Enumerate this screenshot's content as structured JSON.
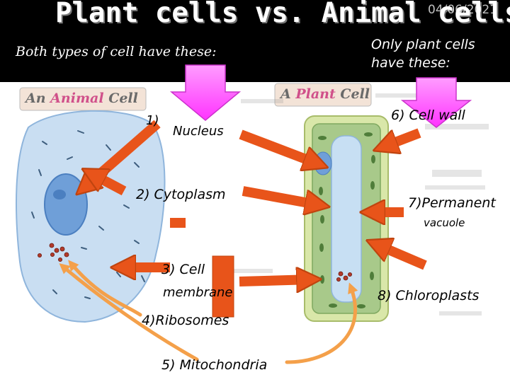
{
  "title": "Plant cells vs. Animal cells",
  "date": "04/06/2021",
  "subtitle_left": "Both types of cell have these:",
  "subtitle_right": [
    "Only plant cells",
    "have these:"
  ],
  "panels": {
    "animal": {
      "prefix": "An ",
      "highlight": "Animal",
      "suffix": " Cell"
    },
    "plant": {
      "prefix": "A ",
      "highlight": "Plant",
      "suffix": " Cell"
    }
  },
  "shared_labels": {
    "nucleus_num": "1)",
    "nucleus": "Nucleus",
    "cytoplasm": "2) Cytoplasm",
    "membrane_1": "3) Cell",
    "membrane_2": "membrane",
    "ribosomes": "4)Ribosomes",
    "mitochondria": "5) Mitochondria"
  },
  "plant_labels": {
    "cell_wall": "6) Cell wall",
    "vacuole_1": "7)Permanent",
    "vacuole_2": "vacuole",
    "chloroplasts": "8) Chloroplasts"
  },
  "colors": {
    "header_bg": "#000000",
    "pink_arrow": "#ff66ff",
    "red_arrow": "#e8541a",
    "orange_arrow": "#f4a04a",
    "animal_cell": "#c9def2",
    "animal_nucleus": "#6f9fd8",
    "plant_wall": "#d9e7a9",
    "plant_cytoplasm": "#a8c98a",
    "plant_vacuole": "#c7dff3"
  }
}
